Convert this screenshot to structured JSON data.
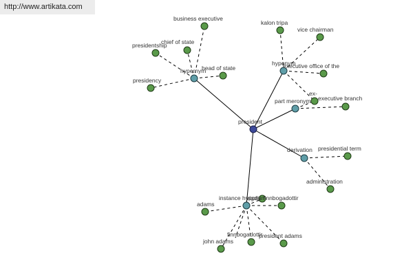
{
  "url_bar": {
    "text": "http://www.artikata.com"
  },
  "graph": {
    "center": {
      "label": "president"
    },
    "relations": [
      {
        "label": "hypernym"
      },
      {
        "label": "hyponym"
      },
      {
        "label": "part meronym"
      },
      {
        "label": "derivation"
      },
      {
        "label": "instance hyponym"
      }
    ],
    "leaves": [
      {
        "label": "business executive"
      },
      {
        "label": "chief of state"
      },
      {
        "label": "presidentship"
      },
      {
        "label": "head of state"
      },
      {
        "label": "presidency"
      },
      {
        "label": "kalon tripa"
      },
      {
        "label": "vice chairman"
      },
      {
        "label": "executive office of the"
      },
      {
        "label": "ex-"
      },
      {
        "label": "executive branch"
      },
      {
        "label": "presidential term"
      },
      {
        "label": "administration"
      },
      {
        "label": "vigdis finnbogadottir"
      },
      {
        "label": "adams"
      },
      {
        "label": "finnbogadottir"
      },
      {
        "label": "president adams"
      },
      {
        "label": "john adams"
      }
    ]
  }
}
